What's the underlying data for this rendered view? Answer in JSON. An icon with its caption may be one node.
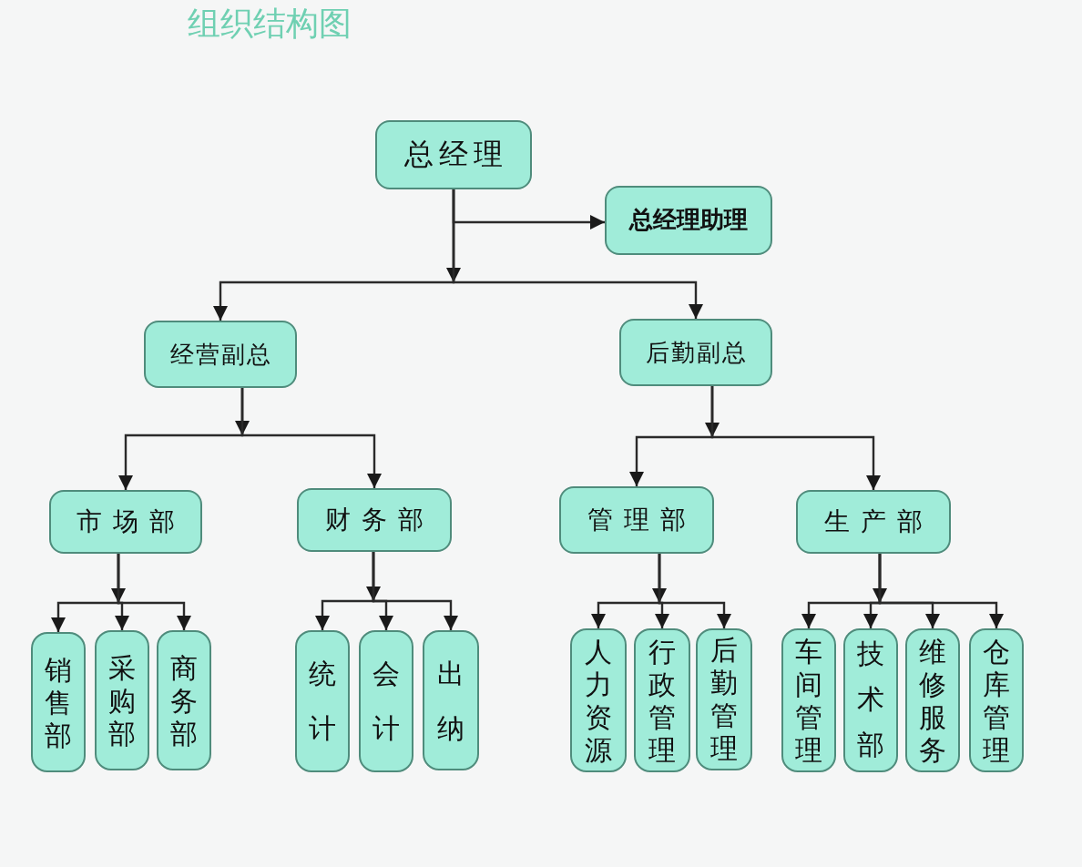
{
  "diagram": {
    "title": "组织结构图",
    "nodes": [
      {
        "text": [
          "总经理"
        ]
      },
      {
        "text": [
          "总经理助理"
        ]
      },
      {
        "text": [
          "经营副总"
        ]
      },
      {
        "text": [
          "后勤副总"
        ]
      },
      {
        "text": [
          "市场部"
        ]
      },
      {
        "text": [
          "财务部"
        ]
      },
      {
        "text": [
          "管理部"
        ]
      },
      {
        "text": [
          "生产部"
        ]
      },
      {
        "text": [
          "销售部"
        ]
      },
      {
        "text": [
          "采购部"
        ]
      },
      {
        "text": [
          "商务部"
        ]
      },
      {
        "text": [
          "统计"
        ]
      },
      {
        "text": [
          "会计"
        ]
      },
      {
        "text": [
          "出纳"
        ]
      },
      {
        "text": [
          "人力资源"
        ]
      },
      {
        "text": [
          "行政管理"
        ]
      },
      {
        "text": [
          "后勤管理"
        ]
      },
      {
        "text": [
          "车间管理"
        ]
      },
      {
        "text": [
          "技术部"
        ]
      },
      {
        "text": [
          "维修服务"
        ]
      },
      {
        "text": [
          "仓库管理"
        ]
      }
    ],
    "edges": [
      {
        "from": 0,
        "to": 1,
        "arrow": "to"
      },
      {
        "from": 0,
        "to": 2,
        "arrow": "to"
      },
      {
        "from": 0,
        "to": 3,
        "arrow": "to"
      },
      {
        "from": 2,
        "to": 4,
        "arrow": "to"
      },
      {
        "from": 2,
        "to": 5,
        "arrow": "to"
      },
      {
        "from": 3,
        "to": 6,
        "arrow": "to"
      },
      {
        "from": 3,
        "to": 7,
        "arrow": "to"
      },
      {
        "from": 4,
        "to": 8,
        "arrow": "to"
      },
      {
        "from": 4,
        "to": 9,
        "arrow": "to"
      },
      {
        "from": 4,
        "to": 10,
        "arrow": "to"
      },
      {
        "from": 5,
        "to": 11,
        "arrow": "to"
      },
      {
        "from": 5,
        "to": 12,
        "arrow": "to"
      },
      {
        "from": 5,
        "to": 13,
        "arrow": "to"
      },
      {
        "from": 6,
        "to": 14,
        "arrow": "to"
      },
      {
        "from": 6,
        "to": 15,
        "arrow": "to"
      },
      {
        "from": 6,
        "to": 16,
        "arrow": "to"
      },
      {
        "from": 7,
        "to": 17,
        "arrow": "to"
      },
      {
        "from": 7,
        "to": 18,
        "arrow": "to"
      },
      {
        "from": 7,
        "to": 19,
        "arrow": "to"
      },
      {
        "from": 7,
        "to": 20,
        "arrow": "to"
      }
    ]
  }
}
